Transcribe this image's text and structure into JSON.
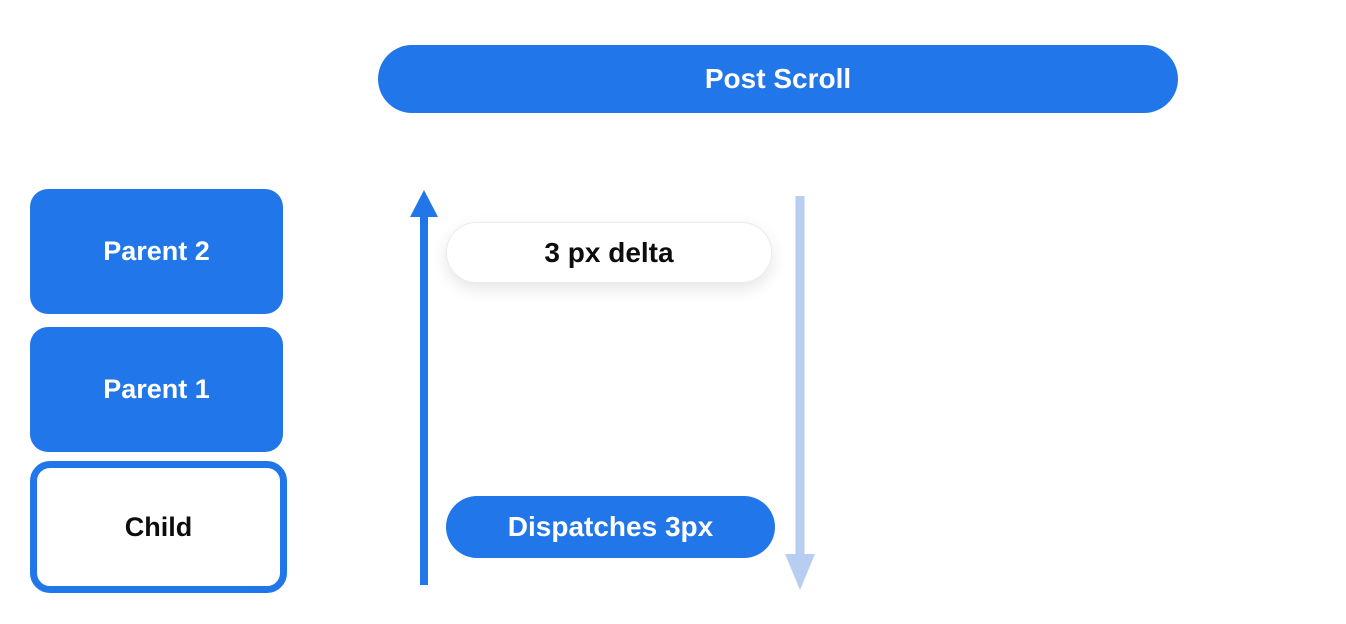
{
  "colors": {
    "primary_blue": "#2176e9",
    "light_blue": "#b8cdf2",
    "white": "#ffffff",
    "text_dark": "#0d0d0d",
    "delta_pill_border": "#ececec",
    "background": "#ffffff"
  },
  "header": {
    "label": "Post Scroll"
  },
  "nodes": {
    "parent2": "Parent 2",
    "parent1": "Parent 1",
    "child": "Child"
  },
  "flow": {
    "delta_label": "3 px delta",
    "dispatch_label": "Dispatches 3px"
  },
  "icons": {
    "up_arrow": "scroll-up-arrow",
    "down_arrow": "scroll-down-arrow"
  }
}
